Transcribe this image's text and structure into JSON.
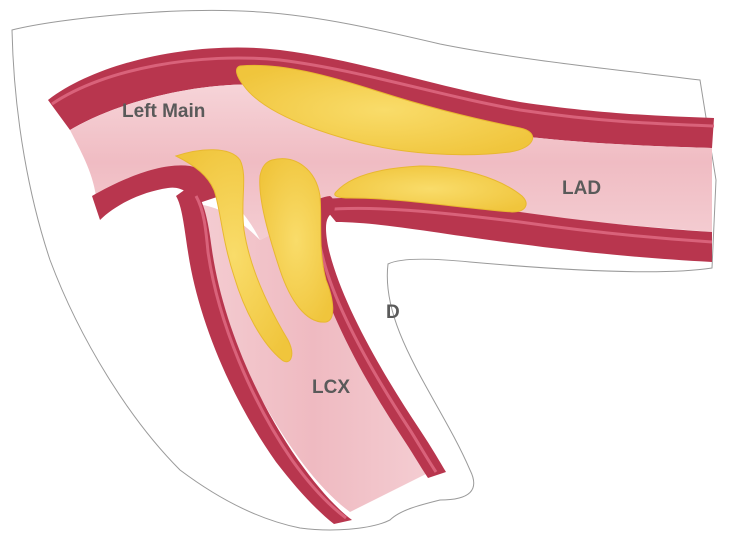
{
  "labels": {
    "left_main": "Left Main",
    "lad": "LAD",
    "lcx": "LCX",
    "d_partial": "D"
  },
  "colors": {
    "background": "#ffffff",
    "vessel_wall": "#b8364e",
    "vessel_wall_light": "#d9506a",
    "lumen": "#f2c6cc",
    "lumen_light": "#f8dde0",
    "plaque": "#f5d04e",
    "plaque_edge": "#e8b830",
    "label_text": "#5a5a5a",
    "cutout_outline": "#9a9a9a"
  }
}
